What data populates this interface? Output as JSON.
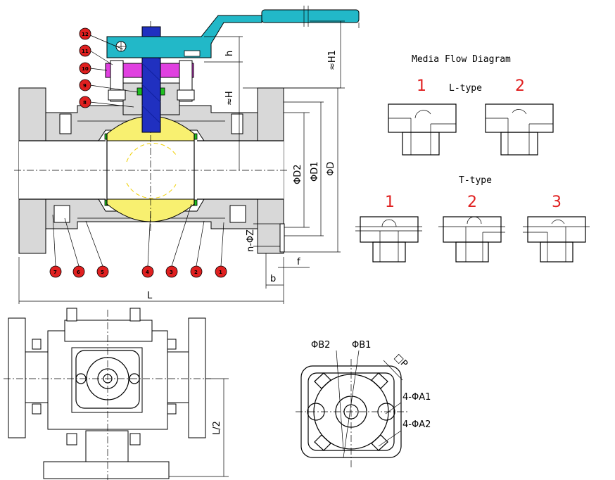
{
  "media_flow": {
    "title": "Media Flow Diagram",
    "l_type_label": "L-type",
    "t_type_label": "T-type",
    "l_positions": [
      "1",
      "2"
    ],
    "t_positions": [
      "1",
      "2",
      "3"
    ]
  },
  "dimensions": {
    "h": "h",
    "h1": "≈H1",
    "H": "≈H",
    "D2": "ΦD2",
    "D1": "ΦD1",
    "D": "ΦD",
    "nZ": "n-ΦZ",
    "f": "f",
    "b": "b",
    "L": "L",
    "L2": "L/2"
  },
  "top_view": {
    "B2": "ΦB2",
    "B1": "ΦB1",
    "square": "□P",
    "A1": "4-ΦA1",
    "A2": "4-ΦA2"
  },
  "part_numbers": [
    "12",
    "11",
    "10",
    "9",
    "8",
    "7",
    "6",
    "5",
    "4",
    "3",
    "2",
    "1"
  ],
  "colors": {
    "handle": "#22b8c8",
    "stem": "#2030c0",
    "ball": "#f8f070",
    "gland": "#e040e0",
    "seat": "#20c020",
    "body": "#d8d8d8",
    "badge": "#e02020",
    "flow_label": "#e02020"
  }
}
